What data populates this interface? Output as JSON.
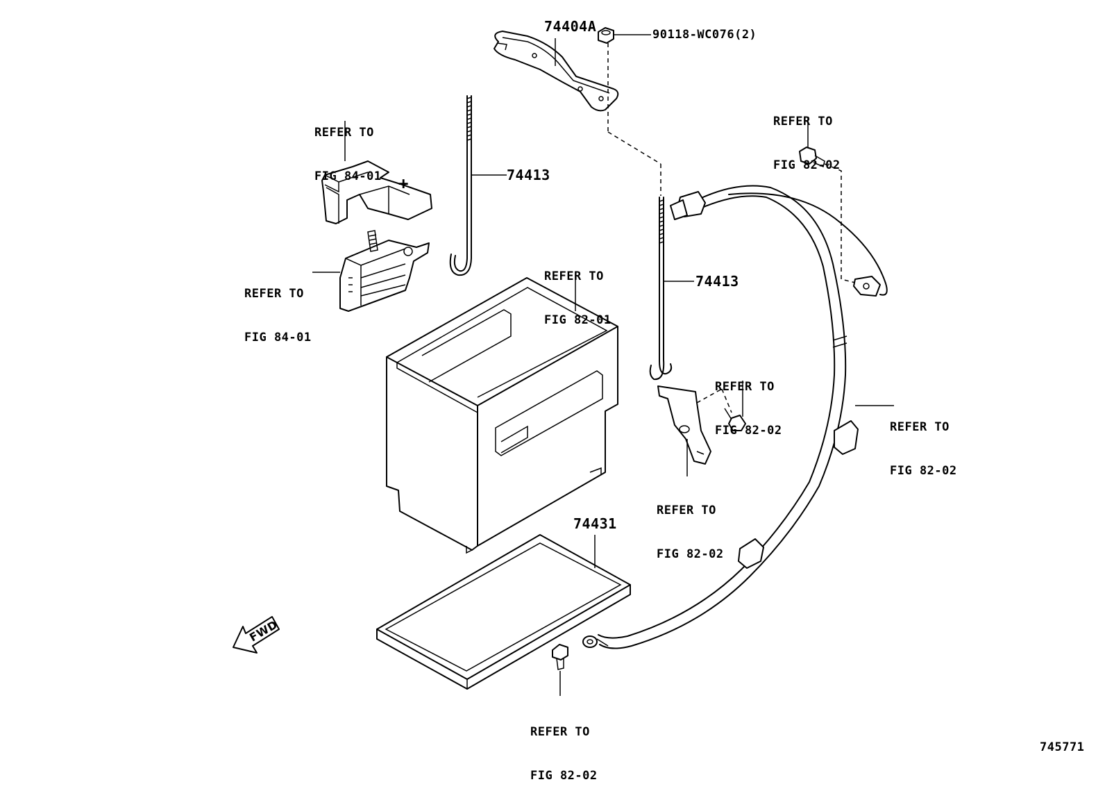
{
  "diagram": {
    "callouts": {
      "bracket_top": "74404A",
      "nut": "90118-WC076(2)",
      "rod_left": "74413",
      "rod_right": "74413",
      "tray": "74431"
    },
    "refer_labels": {
      "terminal_cover_top": [
        "REFER TO",
        "FIG 84-01"
      ],
      "terminal_left": [
        "REFER TO",
        "FIG 84-01"
      ],
      "battery": [
        "REFER TO",
        "FIG 82-01"
      ],
      "bolt_top_right": [
        "REFER TO",
        "FIG 82-02"
      ],
      "bolt_mid": [
        "REFER TO",
        "FIG 82-02"
      ],
      "cable_right": [
        "REFER TO",
        "FIG 82-02"
      ],
      "bracket_mid": [
        "REFER TO",
        "FIG 82-02"
      ],
      "bolt_bottom": [
        "REFER TO",
        "FIG 82-02"
      ]
    },
    "fwd_arrow_text": "FWD",
    "plus_symbol": "+",
    "figure_number": "745771"
  }
}
